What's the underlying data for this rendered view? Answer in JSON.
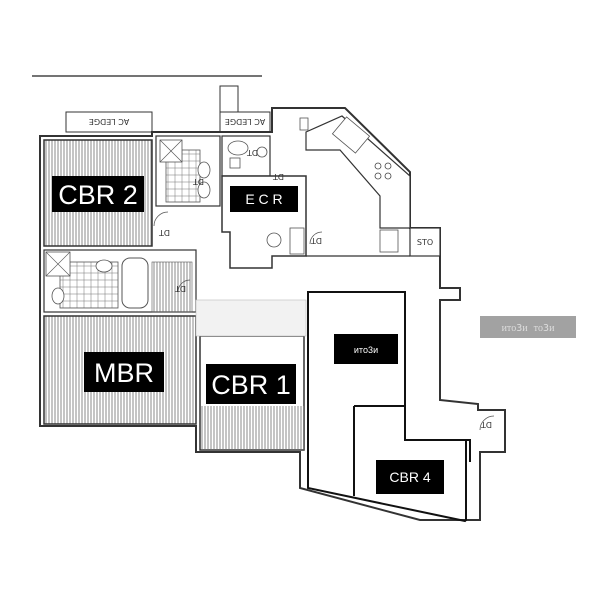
{
  "rooms": {
    "cbr2": "CBR 2",
    "mbr": "MBR",
    "cbr1": "CBR 1",
    "ecr": "E C R",
    "cbr4": "CBR 4",
    "center_label": "ᴎᴛᴏ3ᴎ"
  },
  "fixtures": {
    "ac_ledge_left": "AC LEDGE",
    "ac_ledge_right": "AC LEDGE",
    "sto": "STO",
    "dt1": "DT",
    "dt2": "DT",
    "dt3": "DT",
    "dt4": "DT",
    "dt5": "DT",
    "dt6": "DT",
    "dt7": "DT"
  },
  "watermark": "ᴎᴛᴏ3ᴎ ᴛᴏ3ᴎ",
  "colors": {
    "line": "#222222",
    "hatch": "#666666",
    "label_bg": "#000000",
    "label_text": "#ffffff"
  }
}
